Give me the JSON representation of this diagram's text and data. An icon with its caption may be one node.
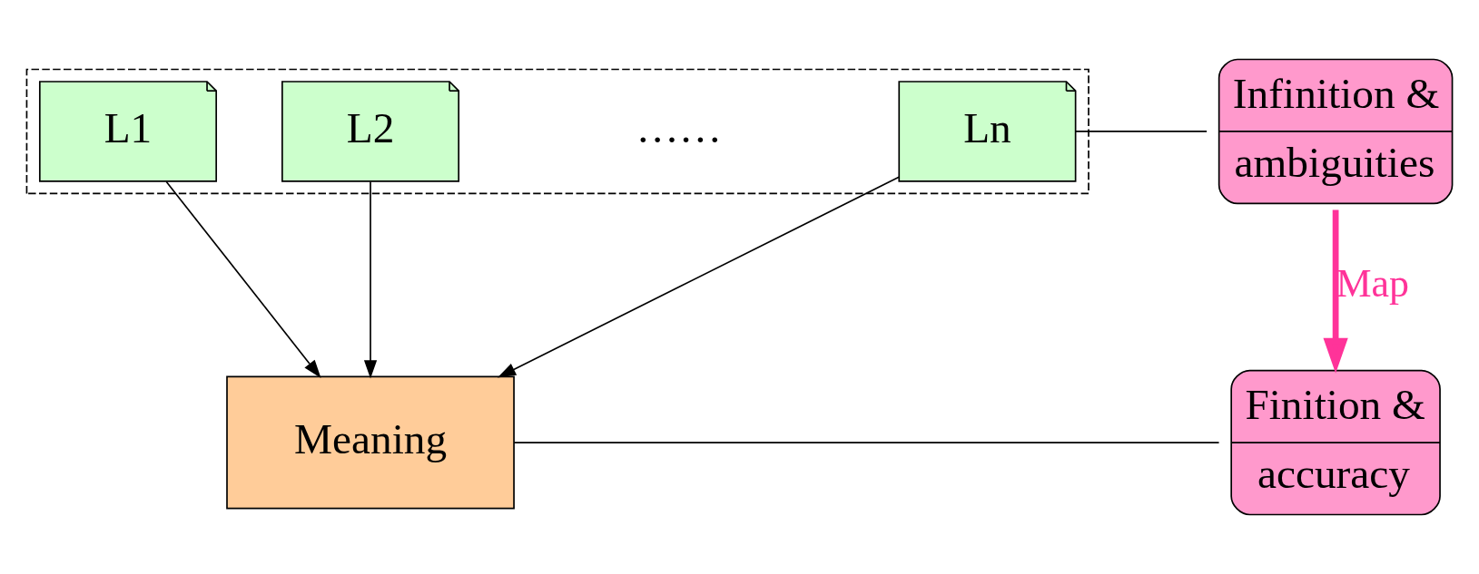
{
  "diagram": {
    "nodes": [
      {
        "text": [],
        "shape": "box"
      },
      {
        "text": [
          "L1"
        ],
        "in": 0
      },
      {
        "text": [
          "L2"
        ],
        "in": 0
      },
      {
        "text": [
          "Ln"
        ],
        "in": 0
      },
      {
        "text": [
          "Infinition &",
          "ambiguities"
        ]
      },
      {
        "text": [
          "Meaning"
        ]
      },
      {
        "text": [
          "Finition &",
          "accuracy"
        ]
      }
    ],
    "edges": [
      {
        "from": 4,
        "to": 3,
        "arrow": "none"
      },
      {
        "from": 1,
        "to": 5,
        "arrow": "to"
      },
      {
        "from": 2,
        "to": 5,
        "arrow": "to"
      },
      {
        "from": 3,
        "to": 5,
        "arrow": "to"
      },
      {
        "from": 4,
        "to": 6,
        "arrow": "to",
        "label": "Map",
        "style": "thick",
        "color": "#ff3399"
      },
      {
        "from": 6,
        "to": 5,
        "arrow": "none"
      }
    ],
    "labels": [
      "……"
    ]
  }
}
